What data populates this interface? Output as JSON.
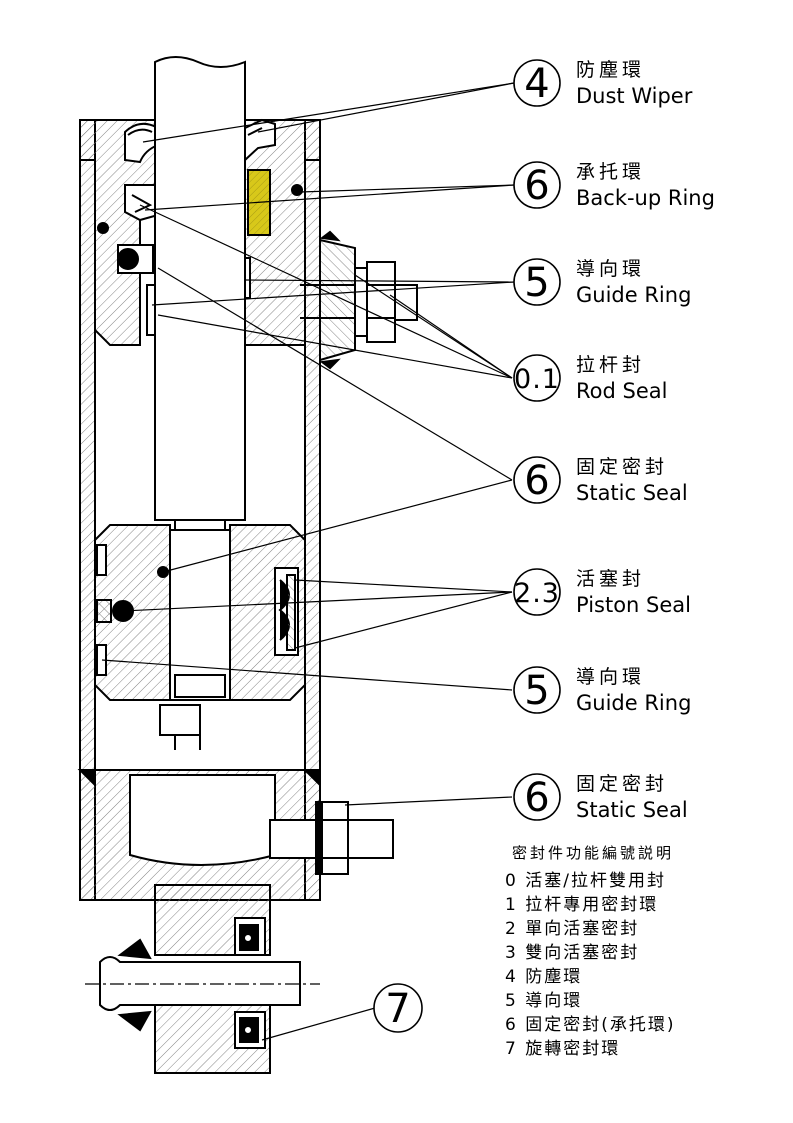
{
  "callouts": [
    {
      "num": "4",
      "zh": "防塵環",
      "en": "Dust Wiper"
    },
    {
      "num": "6",
      "zh": "承托環",
      "en": "Back-up Ring"
    },
    {
      "num": "5",
      "zh": "導向環",
      "en": "Guide Ring"
    },
    {
      "num": "0.1",
      "zh": "拉杆封",
      "en": "Rod Seal"
    },
    {
      "num": "6",
      "zh": "固定密封",
      "en": "Static Seal"
    },
    {
      "num": "2.3",
      "zh": "活塞封",
      "en": "Piston Seal"
    },
    {
      "num": "5",
      "zh": "導向環",
      "en": "Guide Ring"
    },
    {
      "num": "6",
      "zh": "固定密封",
      "en": "Static Seal"
    }
  ],
  "rotary_callout": {
    "num": "7"
  },
  "legend": {
    "title": "密封件功能編號説明",
    "items": [
      "0 活塞/拉杆雙用封",
      "1 拉杆專用密封環",
      "2 單向活塞密封",
      "3 雙向活塞密封",
      "4 防塵環",
      "5 導向環",
      "6 固定密封(承托環)",
      "7 旋轉密封環"
    ]
  },
  "colors": {
    "line": "#000000",
    "hatch": "#777777",
    "highlight": "#d8c81a",
    "background": "#ffffff"
  }
}
